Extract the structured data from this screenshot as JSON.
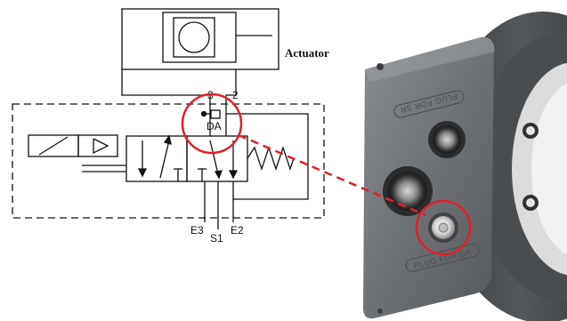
{
  "diagram": {
    "actuator_label": "Actuator",
    "ports": {
      "p3": "3",
      "p2": "2",
      "e3": "E3",
      "s1": "S1",
      "e2": "E2"
    },
    "plug_label": "DA"
  },
  "photo": {
    "upper_plug_text": "PLUG FOR SR",
    "lower_plug_text": "PLUG FOR DA"
  },
  "colors": {
    "highlight": "#e0202a",
    "line": "#111111",
    "plate": "#6f7275",
    "plate_dark": "#3d3f42"
  }
}
